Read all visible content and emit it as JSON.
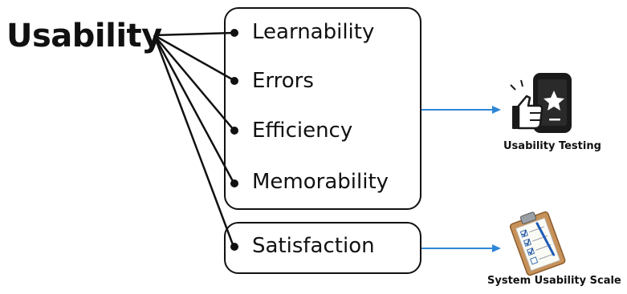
{
  "title": "Usability",
  "attributes": [
    {
      "id": "learnability",
      "label": "Learnability"
    },
    {
      "id": "errors",
      "label": "Errors"
    },
    {
      "id": "efficiency",
      "label": "Efficiency"
    },
    {
      "id": "memorability",
      "label": "Memorability"
    },
    {
      "id": "satisfaction",
      "label": "Satisfaction"
    }
  ],
  "methods": {
    "testing": {
      "label": "Usability Testing",
      "icon": "phone-thumbs-up-icon"
    },
    "scale": {
      "label": "System Usability Scale",
      "icon": "clipboard-checklist-icon"
    }
  },
  "colors": {
    "line": "#111111",
    "arrow": "#2f86d8",
    "icon_dark": "#1a1a1a",
    "clipboard": "#c7925a"
  }
}
